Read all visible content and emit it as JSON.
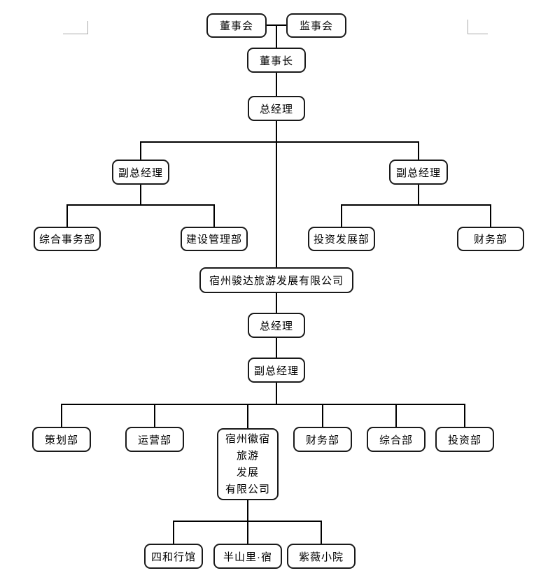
{
  "diagram": {
    "type": "org-chart",
    "colors": {
      "background": "#ffffff",
      "box_fill": "#ffffff",
      "box_border": "#1a1a1a",
      "connector_line": "#000000",
      "margin_mark": "#a9a9a9",
      "text": "#000000"
    },
    "nodes": {
      "board": {
        "label": "董事会"
      },
      "supervisory": {
        "label": "监事会"
      },
      "chairman": {
        "label": "董事长"
      },
      "gm1": {
        "label": "总经理"
      },
      "dgm_left": {
        "label": "副总经理"
      },
      "dgm_right": {
        "label": "副总经理"
      },
      "general_affairs": {
        "label": "综合事务部"
      },
      "construction": {
        "label": "建设管理部"
      },
      "investment_dev": {
        "label": "投资发展部"
      },
      "finance_upper": {
        "label": "财务部"
      },
      "junda": {
        "label": "宿州骏达旅游发展有限公司"
      },
      "gm2": {
        "label": "总经理"
      },
      "dgm2": {
        "label": "副总经理"
      },
      "planning": {
        "label": "策划部"
      },
      "operations": {
        "label": "运营部"
      },
      "huisu": {
        "label": "宿州徽宿旅游发展有限公司",
        "lines": [
          "宿州徽宿",
          "旅游",
          "发展",
          "有限公司"
        ]
      },
      "finance_lower": {
        "label": "财务部"
      },
      "general_dept": {
        "label": "综合部"
      },
      "investment_dept": {
        "label": "投资部"
      },
      "sihe": {
        "label": "四和行馆"
      },
      "banshanli": {
        "label": "半山里·宿"
      },
      "ziwei": {
        "label": "紫薇小院"
      }
    },
    "edges": [
      "董事会—监事会",
      "董事会/监事会—董事长",
      "董事长—总经理",
      "总经理—副总经理(左)",
      "总经理—副总经理(右)",
      "副总经理(左)—综合事务部",
      "副总经理(左)—建设管理部",
      "副总经理(右)—投资发展部",
      "副总经理(右)—财务部",
      "总经理—宿州骏达旅游发展有限公司",
      "宿州骏达旅游发展有限公司—总经理",
      "总经理—副总经理",
      "副总经理—策划部",
      "副总经理—运营部",
      "副总经理—宿州徽宿旅游发展有限公司",
      "副总经理—财务部",
      "副总经理—综合部",
      "副总经理—投资部",
      "宿州徽宿旅游发展有限公司—四和行馆",
      "宿州徽宿旅游发展有限公司—半山里·宿",
      "宿州徽宿旅游发展有限公司—紫薇小院"
    ]
  }
}
